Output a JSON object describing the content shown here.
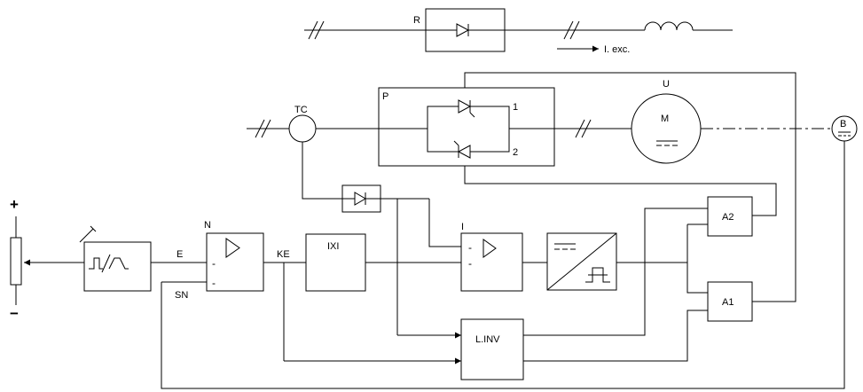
{
  "labels": {
    "R": "R",
    "i_exc": "I. exc.",
    "U": "U",
    "TC": "TC",
    "P": "P",
    "bridge_1": "1",
    "bridge_2": "2",
    "M": "M",
    "B": "B",
    "N": "N",
    "E": "E",
    "SN": "SN",
    "KE": "KE",
    "IXI": "IXI",
    "I": "I",
    "A1": "A1",
    "A2": "A2",
    "LINV": "L.INV",
    "plus": "+",
    "minus": "−",
    "amp_minus": "-"
  }
}
